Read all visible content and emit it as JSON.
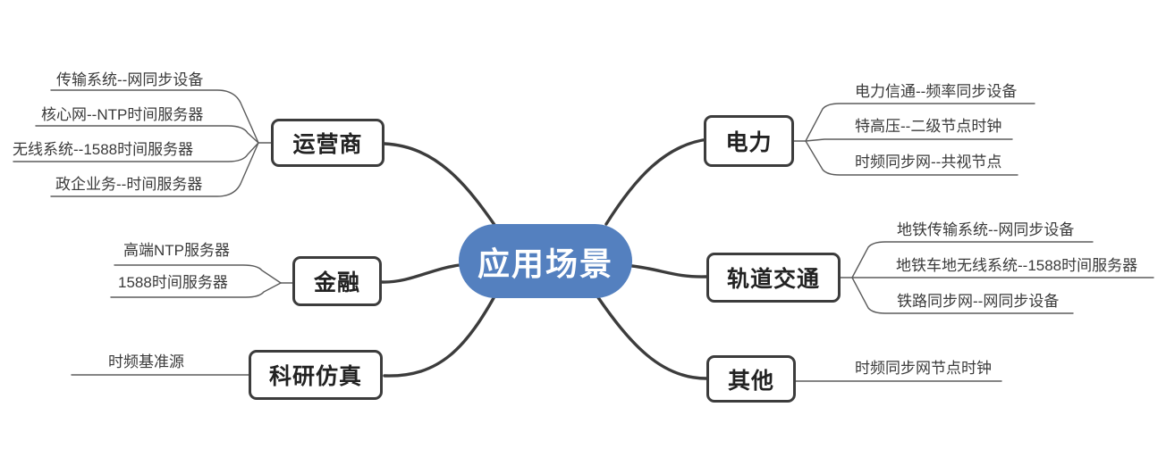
{
  "diagram": {
    "type": "mindmap",
    "center": {
      "label": "应用场景"
    },
    "branches": [
      {
        "id": "operators",
        "label": "运营商",
        "leaves": [
          "传输系统--网同步设备",
          "核心网--NTP时间服务器",
          "无线系统--1588时间服务器",
          "政企业务--时间服务器"
        ]
      },
      {
        "id": "finance",
        "label": "金融",
        "leaves": [
          "高端NTP服务器",
          "1588时间服务器"
        ]
      },
      {
        "id": "research",
        "label": "科研仿真",
        "leaves": [
          "时频基准源"
        ]
      },
      {
        "id": "power",
        "label": "电力",
        "leaves": [
          "电力信通--频率同步设备",
          "特高压--二级节点时钟",
          "时频同步网--共视节点"
        ]
      },
      {
        "id": "rail",
        "label": "轨道交通",
        "leaves": [
          "地铁传输系统--网同步设备",
          "地铁车地无线系统--1588时间服务器",
          "铁路同步网--网同步设备"
        ]
      },
      {
        "id": "other",
        "label": "其他",
        "leaves": [
          "时频同步网节点时钟"
        ]
      }
    ],
    "colors": {
      "center_fill": "#5480BF",
      "center_text": "#ffffff",
      "node_border": "#3c3c3c",
      "node_text": "#222222",
      "leaf_text": "#3a3a3a",
      "main_edge": "#3c3c3c",
      "leaf_edge": "#5b5b5b",
      "background": "#ffffff"
    }
  }
}
